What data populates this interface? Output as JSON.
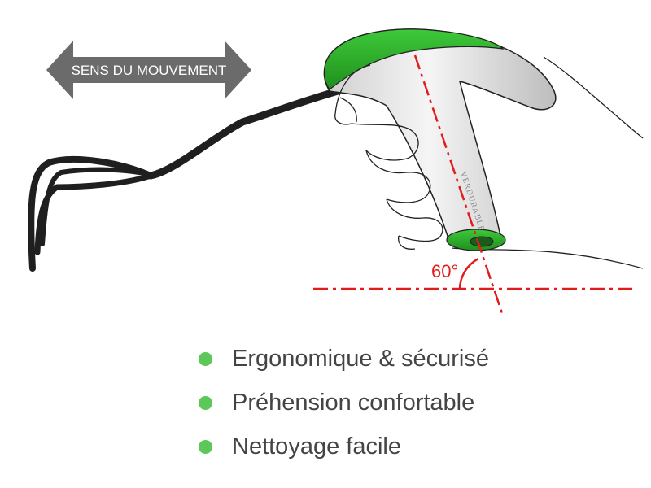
{
  "movement_arrow": {
    "label": "SENS DU MOUVEMENT",
    "color": "#6b6b6b"
  },
  "angle": {
    "label": "60°",
    "color": "#e21b1b"
  },
  "tool": {
    "brand": "VERDURABLE",
    "accent_color": "#2fb52a",
    "shaft_color": "#1f1f1f",
    "handle_color": "#e4e4e4"
  },
  "features": {
    "bullet_color": "#5cc85a",
    "items": [
      "Ergonomique & sécurisé",
      "Préhension confortable",
      "Nettoyage facile"
    ]
  },
  "icons": [
    "double-arrow-icon",
    "angle-arc-icon",
    "bullet-dot-icon"
  ]
}
